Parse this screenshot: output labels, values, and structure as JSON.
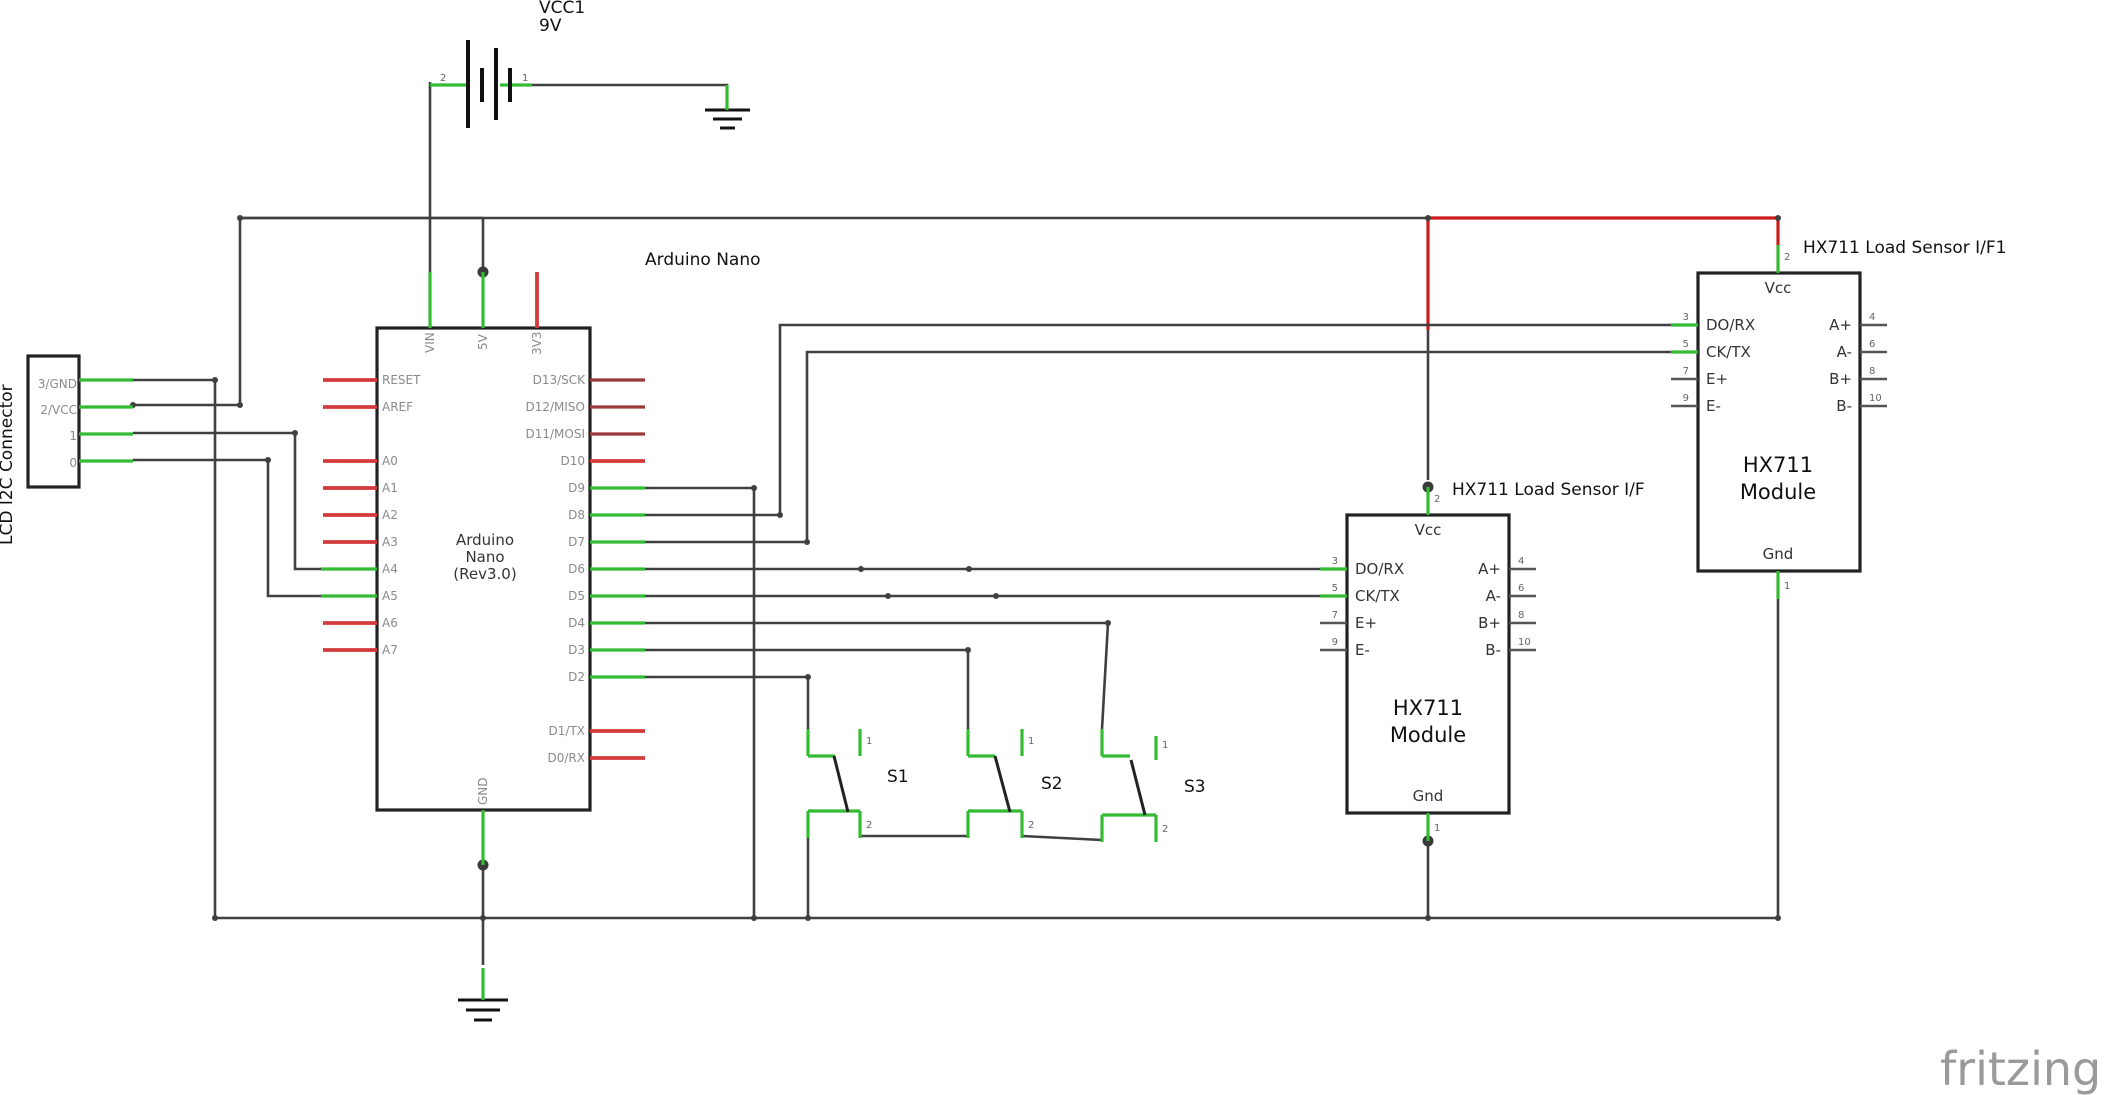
{
  "battery": {
    "name": "VCC1",
    "value": "9V",
    "pin_left": "2",
    "pin_right": "1"
  },
  "arduino": {
    "title": "Arduino Nano",
    "body_label_lines": [
      "Arduino",
      "Nano",
      "(Rev3.0)"
    ],
    "top_pins": [
      "VIN",
      "5V",
      "3V3"
    ],
    "bottom_pin": "GND",
    "left_pins": [
      "RESET",
      "AREF",
      "A0",
      "A1",
      "A2",
      "A3",
      "A4",
      "A5",
      "A6",
      "A7"
    ],
    "right_pins": [
      "D13/SCK",
      "D12/MISO",
      "D11/MOSI",
      "D10",
      "D9",
      "D8",
      "D7",
      "D6",
      "D5",
      "D4",
      "D3",
      "D2",
      "D1/TX",
      "D0/RX"
    ]
  },
  "lcd": {
    "title": "LCD I2C Connector",
    "pins": [
      "3/GND",
      "2/VCC",
      "1",
      "0"
    ]
  },
  "hx711_a": {
    "title": "HX711 Load Sensor I/F",
    "vcc_label": "Vcc",
    "vcc_num": "2",
    "gnd_label": "Gnd",
    "gnd_num": "1",
    "module_lines": [
      "HX711",
      "Module"
    ],
    "left_pins": [
      {
        "label": "DO/RX",
        "num": "3"
      },
      {
        "label": "CK/TX",
        "num": "5"
      },
      {
        "label": "E+",
        "num": "7"
      },
      {
        "label": "E-",
        "num": "9"
      }
    ],
    "right_pins": [
      {
        "label": "A+",
        "num": "4"
      },
      {
        "label": "A-",
        "num": "6"
      },
      {
        "label": "B+",
        "num": "8"
      },
      {
        "label": "B-",
        "num": "10"
      }
    ]
  },
  "hx711_b": {
    "title": "HX711 Load Sensor I/F1",
    "vcc_label": "Vcc",
    "vcc_num": "2",
    "gnd_label": "Gnd",
    "gnd_num": "1",
    "module_lines": [
      "HX711",
      "Module"
    ],
    "left_pins": [
      {
        "label": "DO/RX",
        "num": "3"
      },
      {
        "label": "CK/TX",
        "num": "5"
      },
      {
        "label": "E+",
        "num": "7"
      },
      {
        "label": "E-",
        "num": "9"
      }
    ],
    "right_pins": [
      {
        "label": "A+",
        "num": "4"
      },
      {
        "label": "A-",
        "num": "6"
      },
      {
        "label": "B+",
        "num": "8"
      },
      {
        "label": "B-",
        "num": "10"
      }
    ]
  },
  "switches": [
    {
      "label": "S1",
      "pin_top": "1",
      "pin_bottom": "2"
    },
    {
      "label": "S2",
      "pin_top": "1",
      "pin_bottom": "2"
    },
    {
      "label": "S3",
      "pin_top": "1",
      "pin_bottom": "2"
    }
  ],
  "watermark": "fritzing",
  "colors": {
    "wire": "#404040",
    "power_wire": "#cc1a1a",
    "connected_pin": "#33bb33",
    "unconnected_pin": "#d23b3b"
  }
}
